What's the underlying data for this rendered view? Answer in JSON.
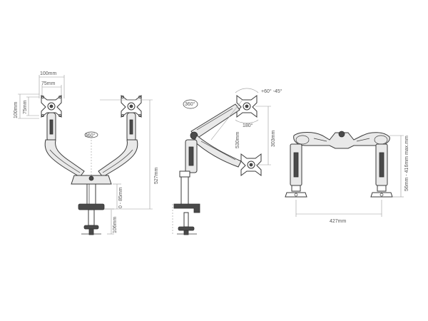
{
  "colors": {
    "line": "#3a3a3a",
    "dimension": "#9a9a9a",
    "label": "#555555",
    "fill_light": "#e9e9e9",
    "fill_dark": "#4a4a4a"
  },
  "front_view": {
    "vesa_width_outer": "100mm",
    "vesa_width_inner": "75mm",
    "vesa_height_outer": "100mm",
    "vesa_height_inner": "75mm",
    "rotation": "360°",
    "total_height": "527mm",
    "clamp_range": "0 - 85mm",
    "clamp_height": "106mm"
  },
  "side_view": {
    "rotation": "360°",
    "tilt": "+60° -45°",
    "swivel": "180°",
    "arm_length": "530mm",
    "vertical_travel": "303mm"
  },
  "top_view": {
    "width": "427mm",
    "height_range": "56mm - 416mm max.mm"
  }
}
